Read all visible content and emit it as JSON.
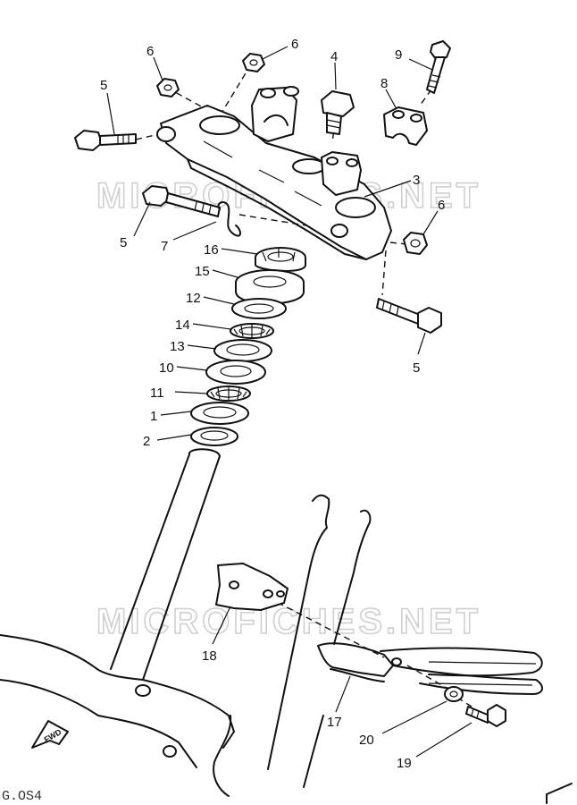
{
  "watermark": "MICROFICHES.NET",
  "fwd_label": "FWD",
  "page_code": "G.OS4",
  "callouts": [
    {
      "id": "c5a",
      "text": "5"
    },
    {
      "id": "c6a",
      "text": "6"
    },
    {
      "id": "c6b",
      "text": "6"
    },
    {
      "id": "c4",
      "text": "4"
    },
    {
      "id": "c9",
      "text": "9"
    },
    {
      "id": "c8",
      "text": "8"
    },
    {
      "id": "c3",
      "text": "3"
    },
    {
      "id": "c5b",
      "text": "5"
    },
    {
      "id": "c7",
      "text": "7"
    },
    {
      "id": "c6c",
      "text": "6"
    },
    {
      "id": "c16",
      "text": "16"
    },
    {
      "id": "c15",
      "text": "15"
    },
    {
      "id": "c12",
      "text": "12"
    },
    {
      "id": "c14",
      "text": "14"
    },
    {
      "id": "c13",
      "text": "13"
    },
    {
      "id": "c10",
      "text": "10"
    },
    {
      "id": "c11",
      "text": "11"
    },
    {
      "id": "c1",
      "text": "1"
    },
    {
      "id": "c2",
      "text": "2"
    },
    {
      "id": "c5c",
      "text": "5"
    },
    {
      "id": "c18",
      "text": "18"
    },
    {
      "id": "c17",
      "text": "17"
    },
    {
      "id": "c20",
      "text": "20"
    },
    {
      "id": "c19",
      "text": "19"
    }
  ]
}
